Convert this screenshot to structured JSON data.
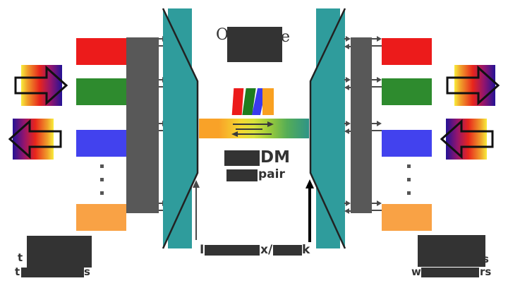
{
  "diagram": {
    "type": "wdm-optical-link-schematic",
    "labels": {
      "top_center": {
        "pre": "O",
        "post": "e"
      },
      "mid_center": {
        "line1_post": "DM",
        "line2_post": "pair"
      },
      "bottom_center": {
        "p1": "I",
        "p2": "x/",
        "p3": "k"
      },
      "bottom_left": {
        "l2_pre": "t",
        "l3_pre": "t",
        "l3_post": "s"
      },
      "bottom_right": {
        "l2_post": "s",
        "l3_pre": "w",
        "l3_post": "rs"
      }
    },
    "colors": {
      "redacted_block": "#333333",
      "teal_mux": "#2F9C9C",
      "gray_bar": "#585858",
      "channel_red": "#EC1B1B",
      "channel_green": "#2E8B2E",
      "channel_blue": "#4242EE",
      "channel_orange": "#F9A245",
      "fiber_gradient": [
        "#F9A228",
        "#F4D932",
        "#9CCB3A",
        "#2E9488"
      ],
      "spectrum_arrow_gradient": [
        "#F8ED3C",
        "#E8251C",
        "#241295"
      ],
      "connector_arrow": "#4a4a4a",
      "annotation_arrow_left": "#4a4a4a",
      "annotation_arrow_right": "#000000"
    },
    "left_terminal": {
      "channel_boxes": 4,
      "ellipsis_dots": 3
    },
    "right_terminal": {
      "channel_boxes": 4,
      "ellipsis_dots": 3
    }
  }
}
